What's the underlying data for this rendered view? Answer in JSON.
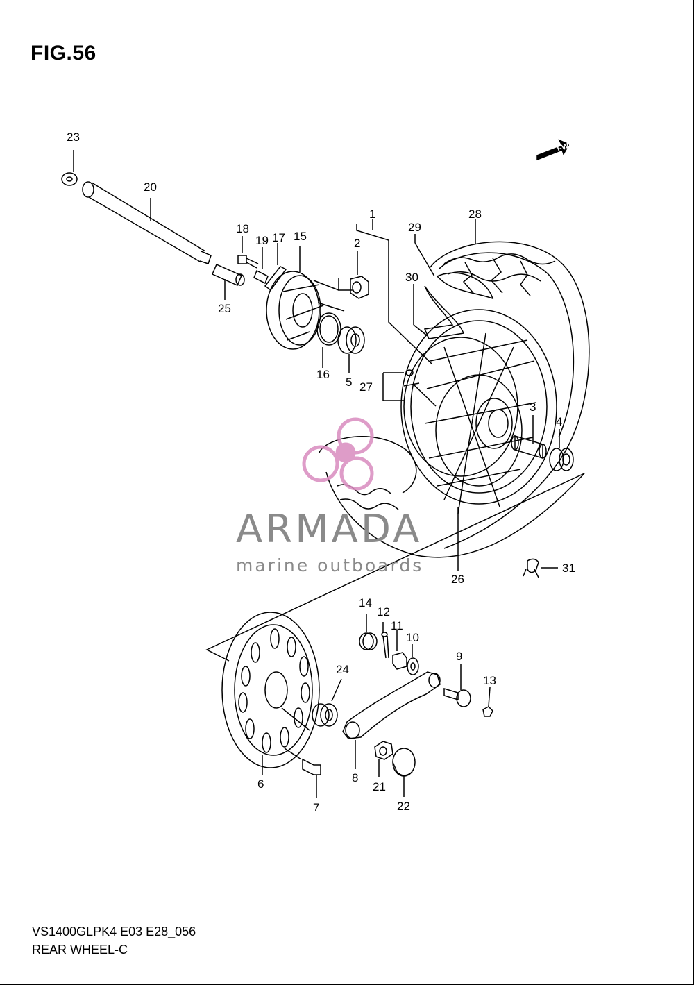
{
  "figure": {
    "title": "FIG.56",
    "model_code": "VS1400GLPK4 E03 E28_056",
    "section": "REAR WHEEL-C"
  },
  "direction_arrow": "FWD",
  "watermark": {
    "brand": "ARMADA",
    "tagline": "marine outboards",
    "color": "#d98bbf"
  },
  "callouts": {
    "c1": "1",
    "c2": "2",
    "c3": "3",
    "c4": "4",
    "c5": "5",
    "c6": "6",
    "c7": "7",
    "c8": "8",
    "c9": "9",
    "c10": "10",
    "c11": "11",
    "c12": "12",
    "c13": "13",
    "c14": "14",
    "c15": "15",
    "c16": "16",
    "c17": "17",
    "c18": "18",
    "c19": "19",
    "c20": "20",
    "c21": "21",
    "c22": "22",
    "c23": "23",
    "c24": "24",
    "c25": "25",
    "c26": "26",
    "c27": "27",
    "c28": "28",
    "c29": "29",
    "c30": "30",
    "c31": "31"
  }
}
